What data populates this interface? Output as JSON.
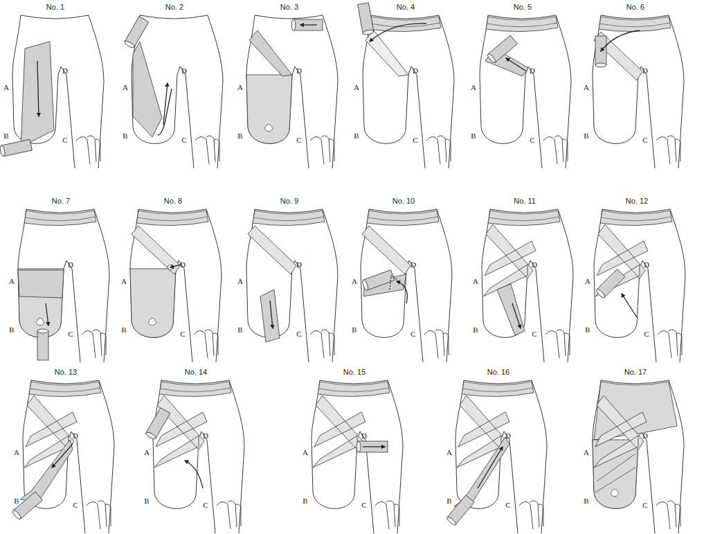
{
  "diagram": {
    "labels": [
      "No. 1",
      "A",
      "B",
      "C",
      "D",
      "No. 2",
      "A",
      "B",
      "C",
      "D",
      "No. 3",
      "A",
      "B",
      "C",
      "D",
      "No. 4",
      "A",
      "B",
      "C",
      "D",
      "No. 5",
      "A",
      "B",
      "C",
      "D",
      "No. 6",
      "A",
      "B",
      "C",
      "D",
      "No. 7",
      "A",
      "B",
      "C",
      "D",
      "No. 8",
      "A",
      "B",
      "C",
      "D",
      "No. 9",
      "A",
      "B",
      "C",
      "D",
      "No. 10",
      "A",
      "B",
      "C",
      "D",
      "No. 11",
      "A",
      "B",
      "C",
      "D",
      "No. 12",
      "A",
      "B",
      "C",
      "D",
      "No. 13",
      "A",
      "B",
      "C",
      "D",
      "No. 14",
      "A",
      "B",
      "C",
      "D",
      "No. 15",
      "A",
      "B",
      "C",
      "D",
      "No. 16",
      "A",
      "B",
      "C",
      "D",
      "No. 17",
      "A",
      "B",
      "C",
      "D"
    ]
  }
}
